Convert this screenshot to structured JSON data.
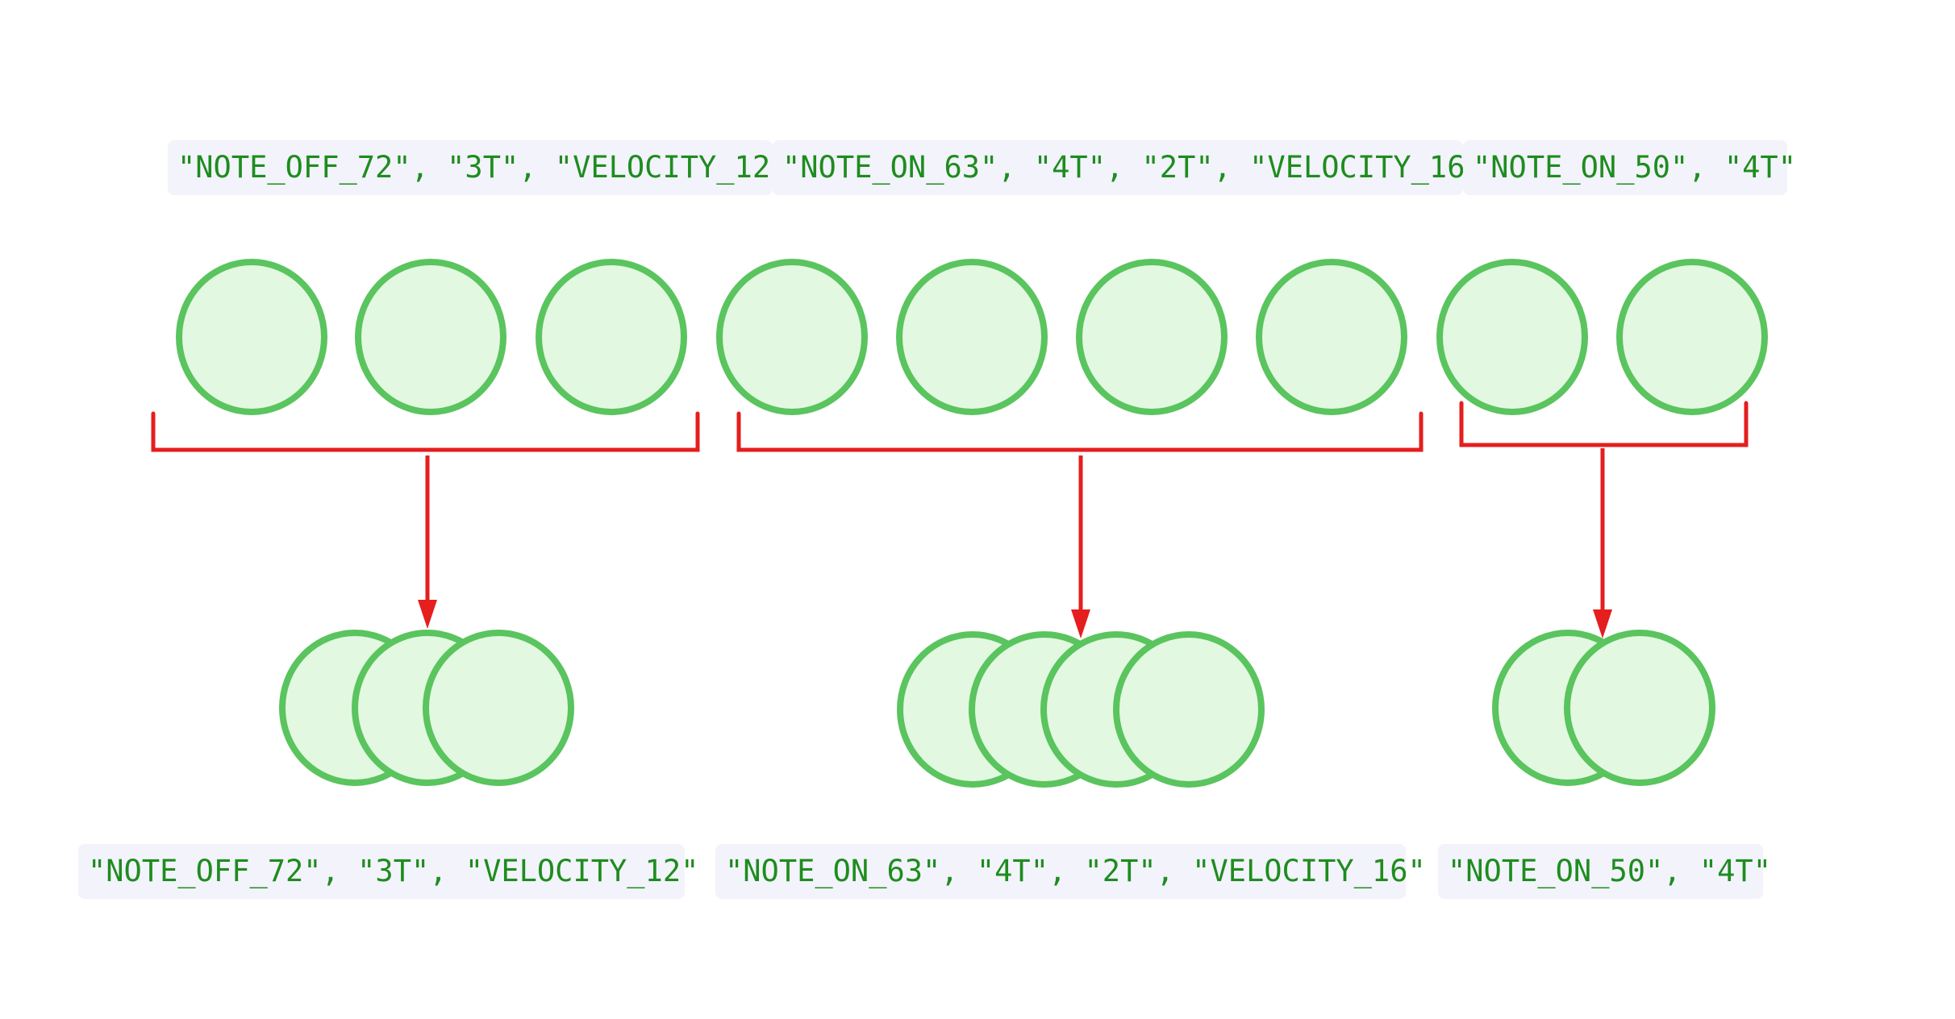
{
  "groups": [
    {
      "tokens_text": "\"NOTE_OFF_72\", \"3T\", \"VELOCITY_12\"",
      "token_count": 3,
      "merged_text": "\"NOTE_OFF_72\", \"3T\", \"VELOCITY_12\""
    },
    {
      "tokens_text": "\"NOTE_ON_63\", \"4T\", \"2T\", \"VELOCITY_16\"",
      "token_count": 4,
      "merged_text": "\"NOTE_ON_63\", \"4T\", \"2T\", \"VELOCITY_16\""
    },
    {
      "tokens_text": "\"NOTE_ON_50\", \"4T\"",
      "token_count": 2,
      "merged_text": "\"NOTE_ON_50\", \"4T\""
    }
  ],
  "colors": {
    "circle_fill": "#e2f8e0",
    "circle_stroke": "#5ac45e",
    "connector": "#e51e1e",
    "label_text": "#1e8c1e",
    "label_background": "#f2f3fb"
  }
}
